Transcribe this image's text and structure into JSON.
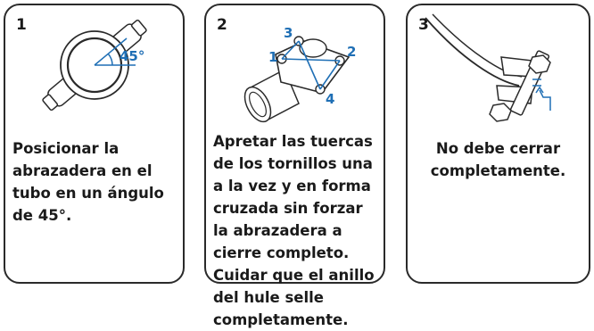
{
  "colors": {
    "accent": "#1f6fb5",
    "ink": "#2a2a2a"
  },
  "steps": [
    {
      "number": "1",
      "angle_label": "45°",
      "text": "Posicionar la abrazadera en el tubo en un ángulo de 45°."
    },
    {
      "number": "2",
      "bolt_labels": [
        "1",
        "2",
        "3",
        "4"
      ],
      "text": "Apretar las tuercas de los tornillos una a la vez y en forma cruzada sin forzar la abrazadera a cierre completo. Cuidar que el anillo del hule selle completamente."
    },
    {
      "number": "3",
      "text": "No debe cerrar completamente."
    }
  ]
}
